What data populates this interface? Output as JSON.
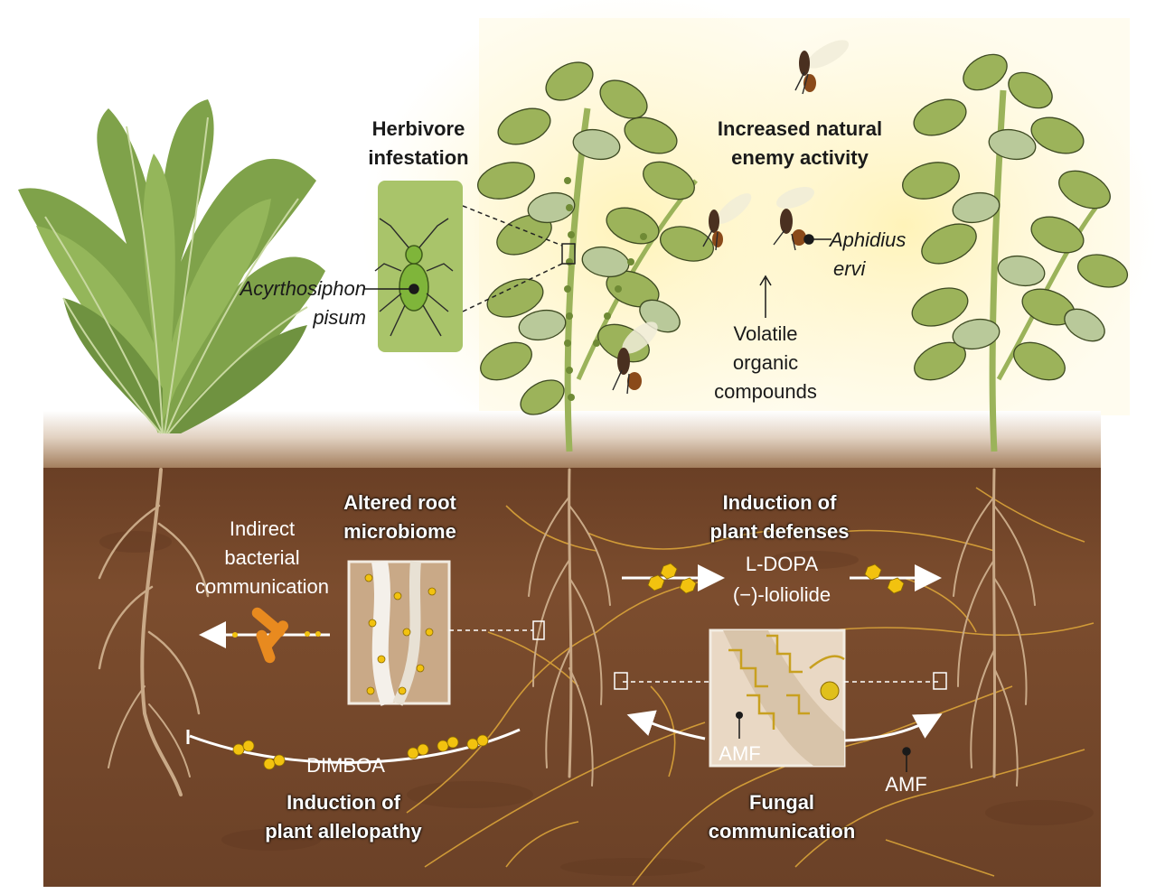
{
  "labels": {
    "herbivore": [
      "Herbivore",
      "infestation"
    ],
    "enemy": [
      "Increased natural",
      "enemy activity"
    ],
    "aphid": [
      "Acyrthosiphon",
      "pisum"
    ],
    "wasp": [
      "Aphidius",
      "ervi"
    ],
    "voc": [
      "Volatile",
      "organic",
      "compounds"
    ],
    "root_microbiome": [
      "Altered root",
      "microbiome"
    ],
    "indirect": [
      "Indirect",
      "bacterial",
      "communication"
    ],
    "defenses": [
      "Induction of",
      "plant defenses"
    ],
    "ldopa": "L-DOPA",
    "loliolide": "(−)-loliolide",
    "dimboa": "DIMBOA",
    "allelopathy": [
      "Induction of",
      "plant allelopathy"
    ],
    "amf_inset": "AMF",
    "amf": "AMF",
    "fungal": [
      "Fungal",
      "communication"
    ]
  },
  "colors": {
    "soil": "#7a4a2c",
    "soil_dark": "#5e3720",
    "ground_band": "#cdb49b",
    "glow": "#fff1a8",
    "leaf_kale": "#7fa24a",
    "leaf_pea": "#9cb35a",
    "leaf_pea_light": "#b9c99a",
    "hypha": "#e0a93a",
    "bead": "#f2c20f",
    "root": "#c9a987",
    "bacteria": "#e88a1f"
  }
}
